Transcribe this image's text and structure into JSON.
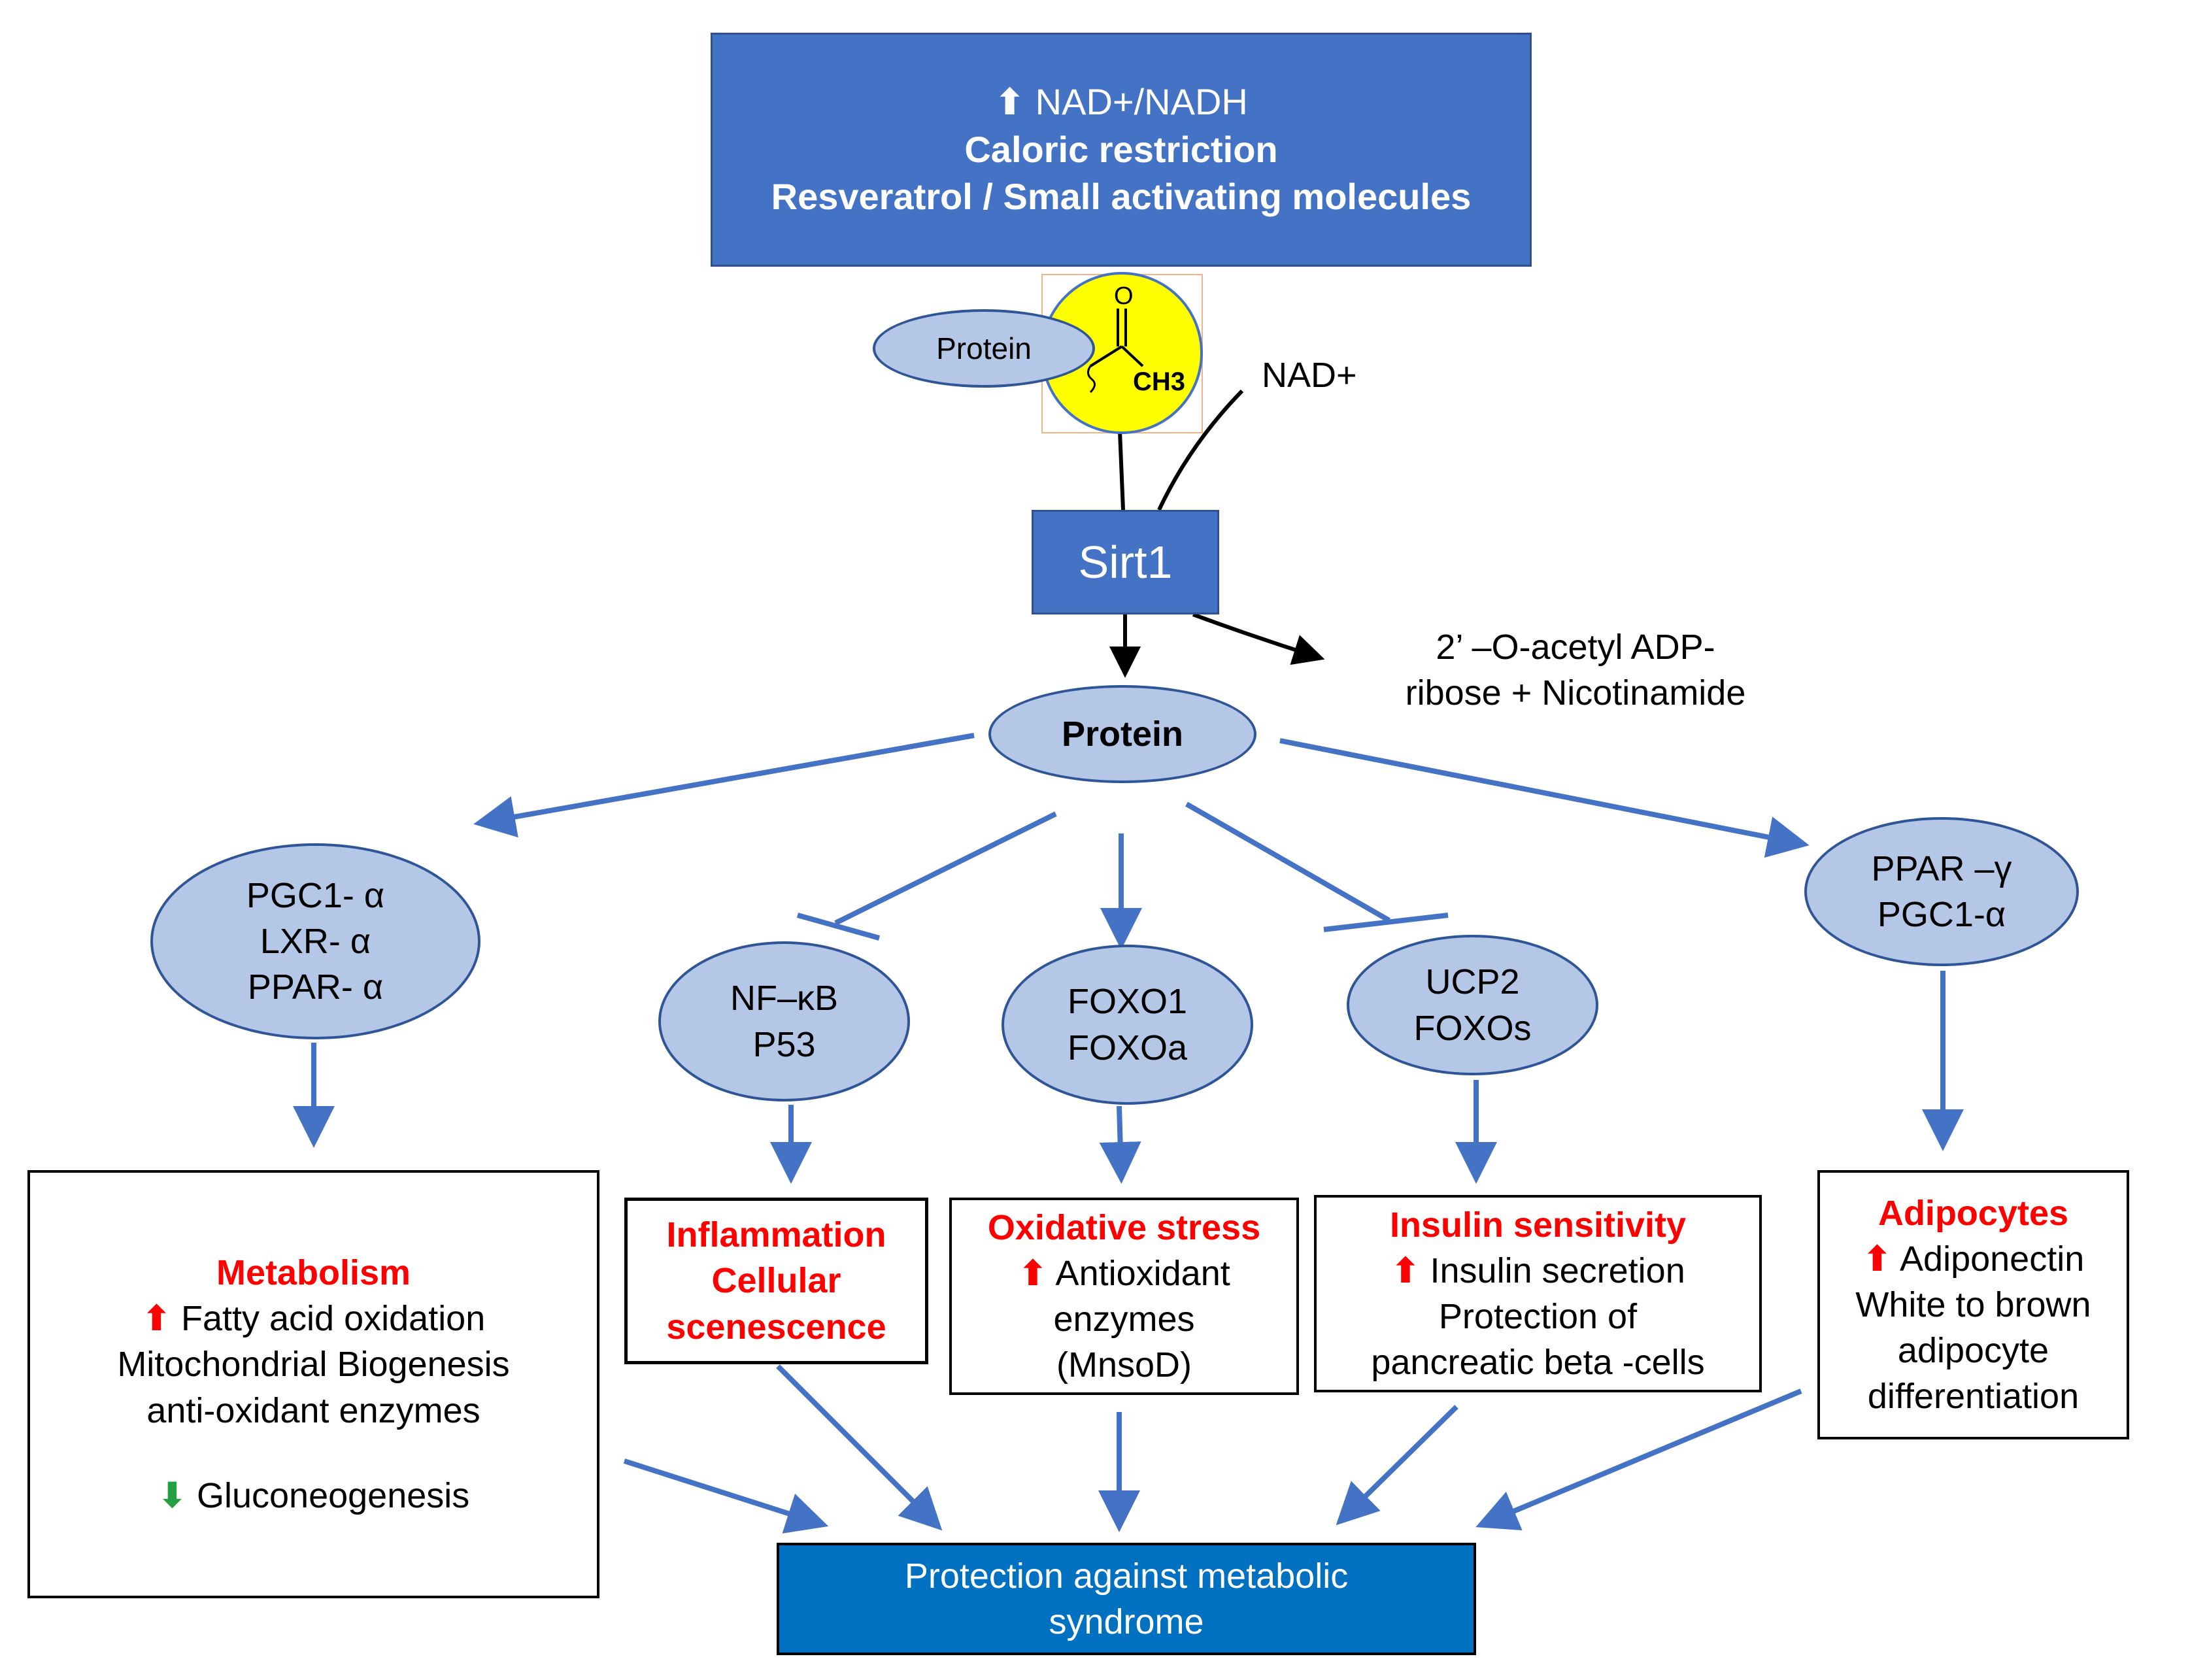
{
  "top_box": {
    "line1_arrow": "⬆",
    "line1": "NAD+/NADH",
    "line2": "Caloric restriction",
    "line3": "Resveratrol / Small activating molecules"
  },
  "acetyl": {
    "o": "O",
    "ch3": "CH3",
    "protein": "Protein"
  },
  "nad": "NAD+",
  "sirt1": "Sirt1",
  "products": {
    "line1": "2’ –O-acetyl ADP-",
    "line2": "ribose + Nicotinamide"
  },
  "protein": "Protein",
  "ovals": {
    "pgc1": [
      "PGC1- α",
      "LXR- α",
      "PPAR- α"
    ],
    "nfkb": [
      "NF–κB",
      "P53"
    ],
    "foxo": [
      "FOXO1",
      "FOXOa"
    ],
    "ucp2": [
      "UCP2",
      "FOXOs"
    ],
    "ppar": [
      "PPAR –γ",
      "PGC1-α"
    ]
  },
  "boxes": {
    "metabolism": {
      "title": "Metabolism",
      "up_icon": "🢁",
      "line1": "Fatty acid oxidation",
      "line2": "Mitochondrial Biogenesis",
      "line3": "anti-oxidant enzymes",
      "down_icon": "⬇",
      "line4": "Gluconeogenesis"
    },
    "inflammation": {
      "title1": "Inflammation",
      "title2": "Cellular",
      "title3": "scenescence"
    },
    "oxidative": {
      "title": "Oxidative stress",
      "line1": "Antioxidant",
      "line2": "enzymes",
      "line3": "(MnsoD)"
    },
    "insulin": {
      "title": "Insulin sensitivity",
      "line1": "Insulin secretion",
      "line2": "Protection of",
      "line3": "pancreatic beta -cells"
    },
    "adipocytes": {
      "title": "Adipocytes",
      "line1": "Adiponectin",
      "line2": "White to brown",
      "line3": "adipocyte",
      "line4": "differentiation"
    }
  },
  "bottom": {
    "line1": "Protection against metabolic",
    "line2": "syndrome"
  },
  "colors": {
    "box_blue": "#4472c4",
    "oval_fill": "#b4c7e7",
    "arrow_blue": "#4472c4",
    "bottom_blue": "#0070c0",
    "accent_red": "#ff0000",
    "down_green": "#22a042",
    "acetyl_yellow": "#ffff00"
  }
}
